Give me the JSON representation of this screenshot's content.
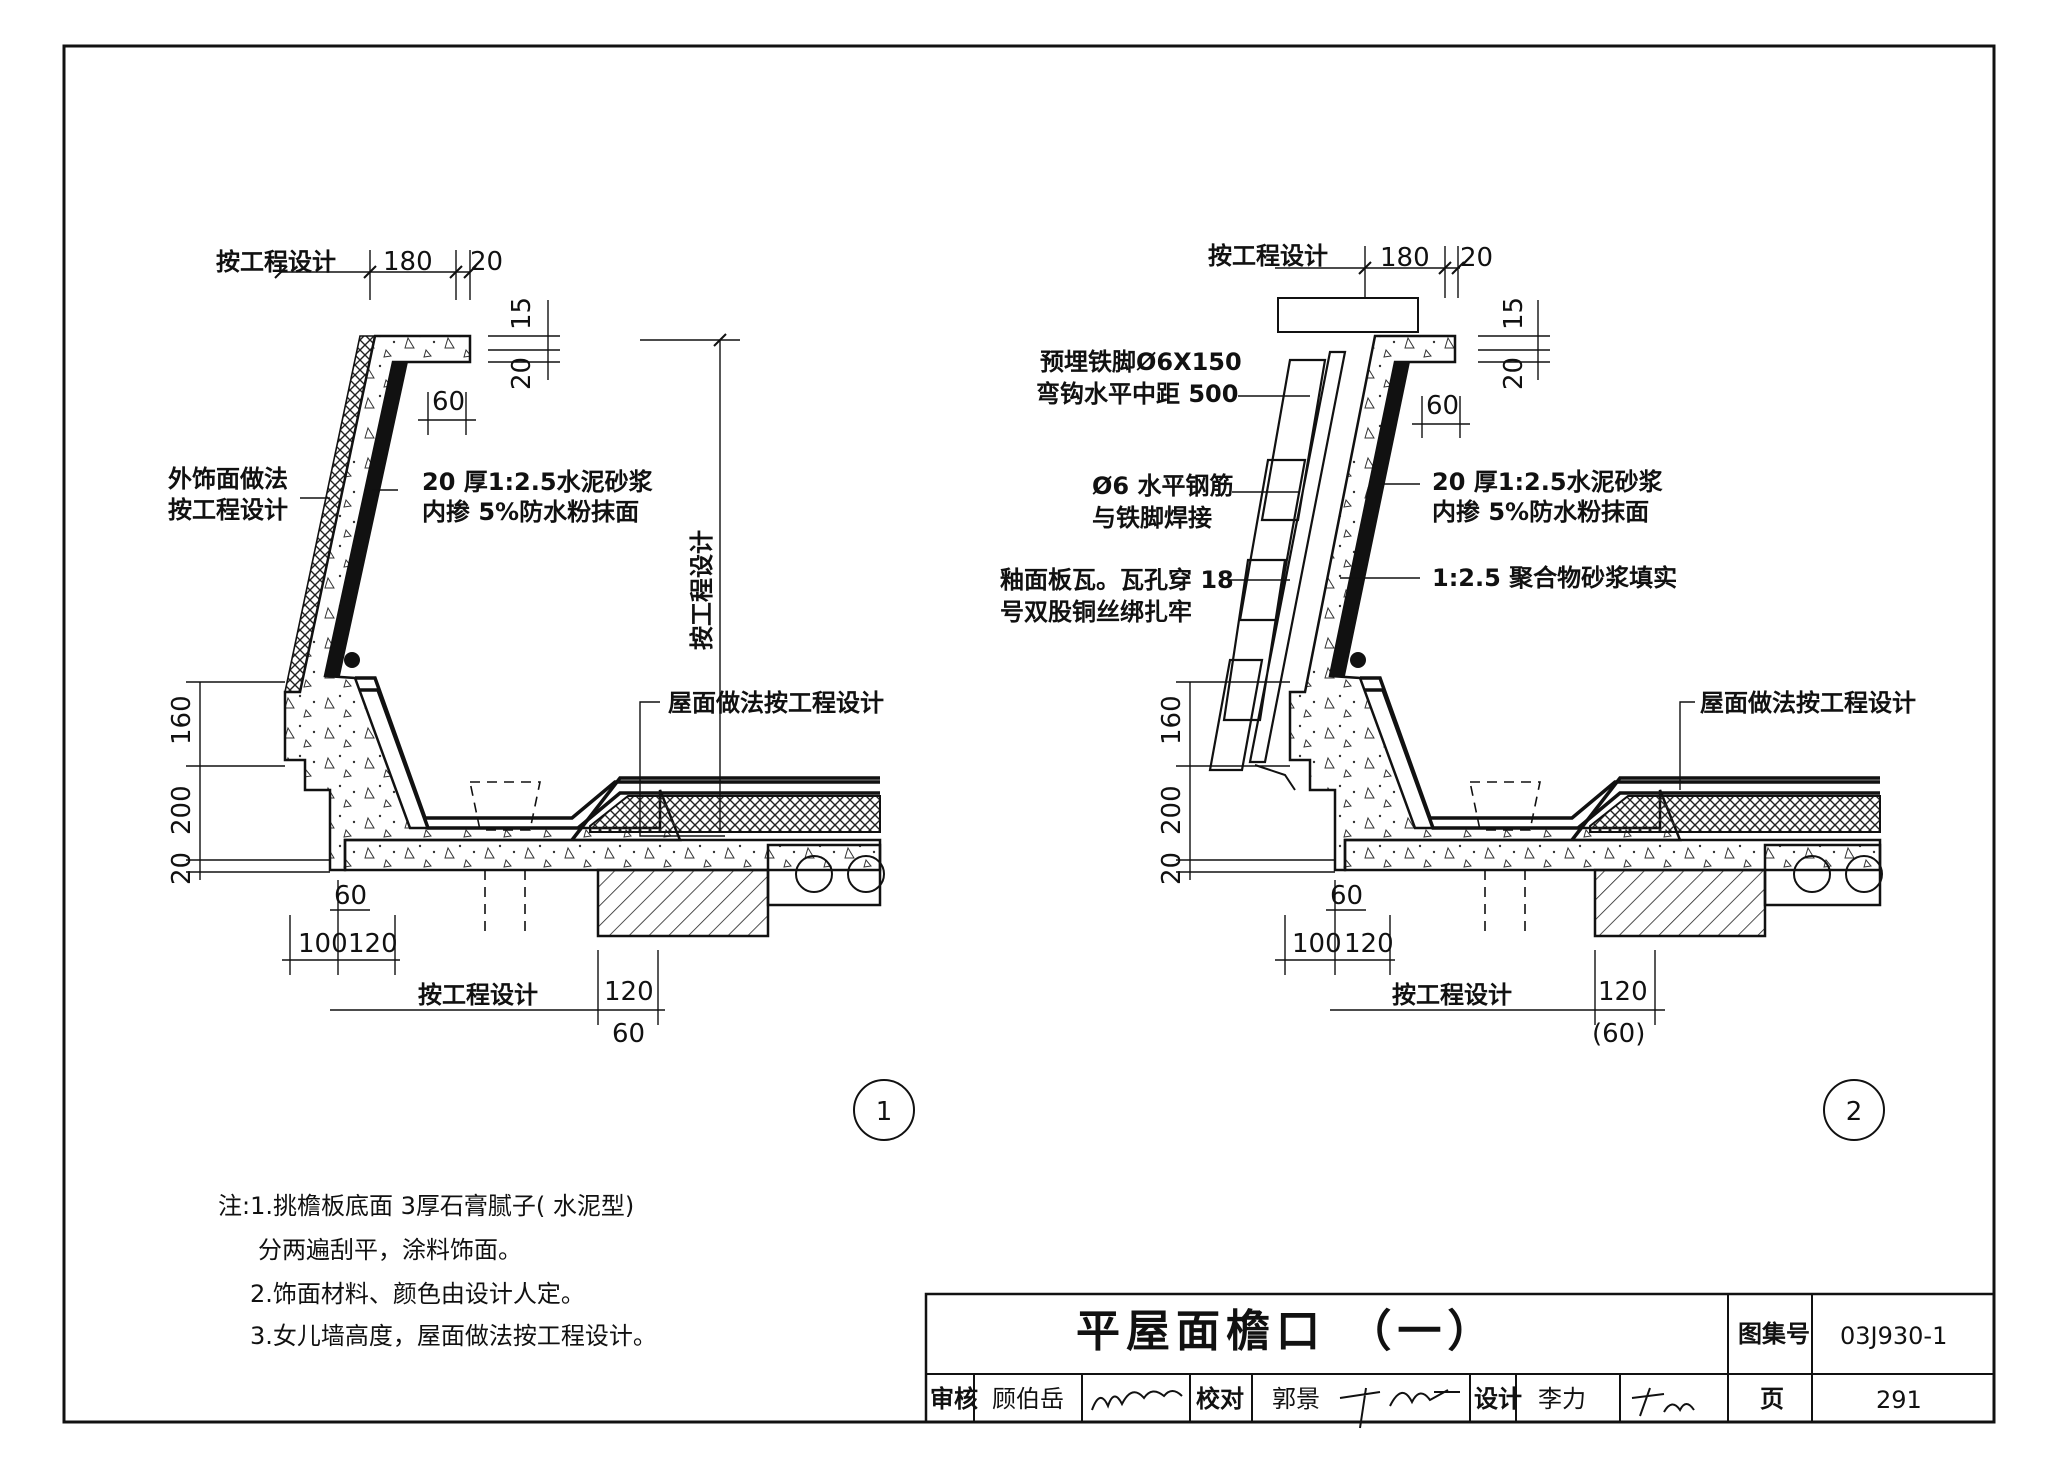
{
  "detail1": {
    "dims": {
      "top_left": "按工程设计",
      "top_mid": "180",
      "top_right": "20",
      "side_15": "15",
      "side_20": "20",
      "inner_60": "60",
      "left_160": "160",
      "left_200": "200",
      "left_20": "20",
      "bottom_60": "60",
      "bottom_100": "100",
      "bottom_120": "120",
      "bottom_design": "按工程设计",
      "bottom_120b": "120",
      "bottom_60b": "60",
      "height_design": "按工程设计"
    },
    "labels": {
      "finish_1": "外饰面做法",
      "finish_2": "按工程设计",
      "mortar_1": "20 厚1:2.5水泥砂浆",
      "mortar_2": "内掺 5%防水粉抹面",
      "roof": "屋面做法按工程设计"
    },
    "number": "1"
  },
  "detail2": {
    "dims": {
      "top_left": "按工程设计",
      "top_mid": "180",
      "top_right": "20",
      "side_15": "15",
      "side_20": "20",
      "inner_60": "60",
      "left_160": "160",
      "left_200": "200",
      "left_20": "20",
      "bottom_60": "60",
      "bottom_100": "100",
      "bottom_120": "120",
      "bottom_design": "按工程设计",
      "bottom_120b": "120",
      "bottom_60b": "(60)"
    },
    "labels": {
      "anchor_1": "预埋铁脚Ø6X150",
      "anchor_2": "弯钩水平中距 500",
      "rebar_1": "Ø6 水平钢筋",
      "rebar_2": "与铁脚焊接",
      "tile_1": "釉面板瓦。瓦孔穿 18",
      "tile_2": "号双股铜丝绑扎牢",
      "mortar_1": "20 厚1:2.5水泥砂浆",
      "mortar_2": "内掺 5%防水粉抹面",
      "polymer": "1:2.5 聚合物砂浆填实",
      "roof": "屋面做法按工程设计"
    },
    "number": "2"
  },
  "notes": [
    "注:1.挑檐板底面 3厚石膏腻子( 水泥型)",
    "分两遍刮平，涂料饰面。",
    "2.饰面材料、颜色由设计人定。",
    "3.女儿墙高度，屋面做法按工程设计。"
  ],
  "title_block": {
    "title": "平屋面檐口 （一）",
    "atlas_label": "图集号",
    "atlas_no": "03J930-1",
    "review_label": "审核",
    "reviewer": "顾伯岳",
    "check_label": "校对",
    "checker": "郭景",
    "design_label": "设计",
    "designer": "李力",
    "page_label": "页",
    "page_no": "291"
  }
}
